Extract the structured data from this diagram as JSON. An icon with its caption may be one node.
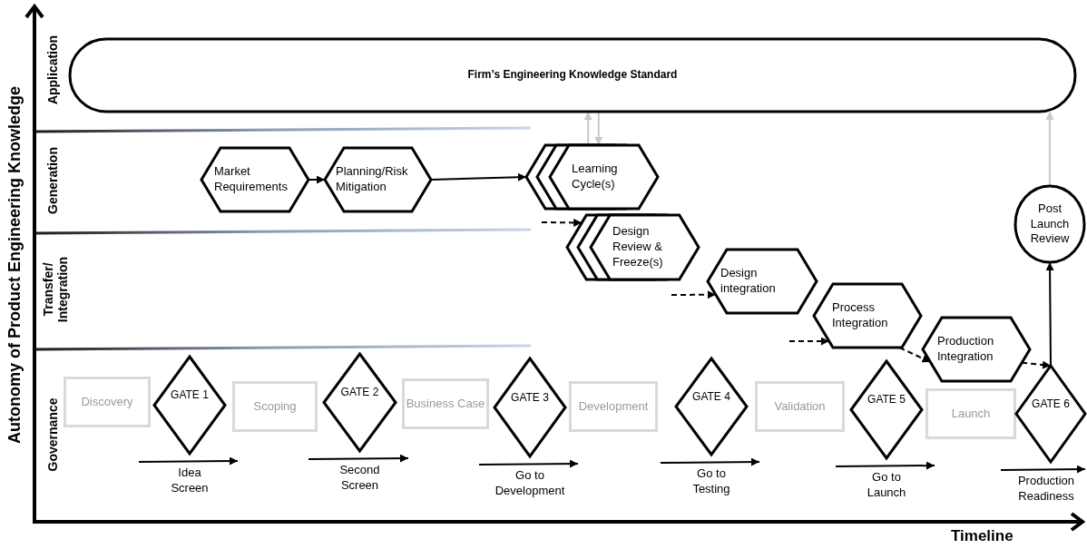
{
  "diagram": {
    "nodes": [
      {
        "text": [
          "Firm’s Engineering Knowledge Standard"
        ]
      },
      {
        "text": [
          "Market Requirements"
        ]
      },
      {
        "text": [
          "Planning/Risk Mitigation"
        ]
      },
      {
        "text": [
          "Learning Cycle(s)"
        ]
      },
      {
        "text": [
          "Design Review & Freeze(s)"
        ]
      },
      {
        "text": [
          "Design integration"
        ]
      },
      {
        "text": [
          "Process Integration"
        ]
      },
      {
        "text": [
          "Production Integration"
        ]
      },
      {
        "text": [
          "Post Launch Review"
        ]
      },
      {
        "text": [
          "Discovery"
        ]
      },
      {
        "text": [
          "GATE 1"
        ],
        "beside": [
          "Idea Screen"
        ]
      },
      {
        "text": [
          "Scoping"
        ]
      },
      {
        "text": [
          "GATE 2"
        ],
        "beside": [
          "Second Screen"
        ]
      },
      {
        "text": [
          "Business Case"
        ]
      },
      {
        "text": [
          "GATE 3"
        ],
        "beside": [
          "Go to Development"
        ]
      },
      {
        "text": [
          "Development"
        ]
      },
      {
        "text": [
          "GATE 4"
        ],
        "beside": [
          "Go to Testing"
        ]
      },
      {
        "text": [
          "Validation"
        ]
      },
      {
        "text": [
          "GATE 5"
        ],
        "beside": [
          "Go to Launch"
        ]
      },
      {
        "text": [
          "Launch"
        ]
      },
      {
        "text": [
          "GATE 6"
        ],
        "beside": [
          "Production Readiness"
        ]
      }
    ],
    "edges": [
      {
        "from": 1,
        "to": 2,
        "arrow": "to"
      },
      {
        "from": 2,
        "to": 3,
        "arrow": "to"
      },
      {
        "from": 3,
        "to": 0,
        "arrow": "to",
        "color": "#c8c8c8"
      },
      {
        "from": 0,
        "to": 3,
        "arrow": "to",
        "color": "#c8c8c8"
      },
      {
        "from": 8,
        "to": 0,
        "arrow": "to",
        "color": "#c8c8c8"
      },
      {
        "from": null,
        "to": 4,
        "arrow": "to",
        "style": "dashed"
      },
      {
        "from": null,
        "to": 5,
        "arrow": "to",
        "style": "dashed"
      },
      {
        "from": null,
        "to": 6,
        "arrow": "to",
        "style": "dashed"
      },
      {
        "from": 6,
        "to": 7,
        "arrow": "to",
        "style": "dashed"
      },
      {
        "from": 7,
        "to": 20,
        "arrow": "to",
        "style": "dashed"
      },
      {
        "from": 20,
        "to": 8,
        "arrow": "to"
      }
    ],
    "labels": [
      "Autonomy of Product Engineering Knowledge",
      "Application",
      "Generation",
      "Transfer/ Integration",
      "Governance",
      "Timeline"
    ]
  }
}
